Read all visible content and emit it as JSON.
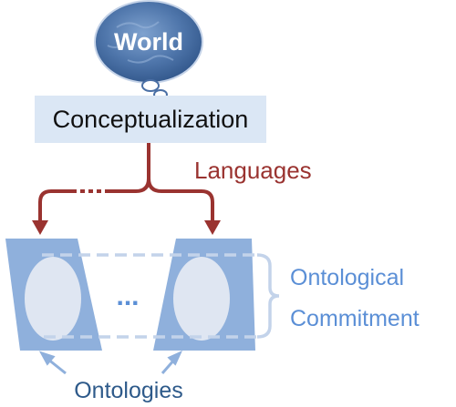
{
  "world": {
    "label": "World"
  },
  "conceptualization": {
    "label": "Conceptualization"
  },
  "languages": {
    "label": "Languages"
  },
  "commitment": {
    "line1": "Ontological",
    "line2": "Commitment"
  },
  "ontologies": {
    "label": "Ontologies",
    "ellipsis": "..."
  },
  "colors": {
    "globe": "#4a6fa5",
    "concept_box": "#dbe7f5",
    "arrow": "#9a3330",
    "trapezoid": "#8fb0dc",
    "ellipse": "#dfe6f2",
    "commitment_text": "#5b8fd6",
    "ontologies_text": "#2e5a8a"
  }
}
